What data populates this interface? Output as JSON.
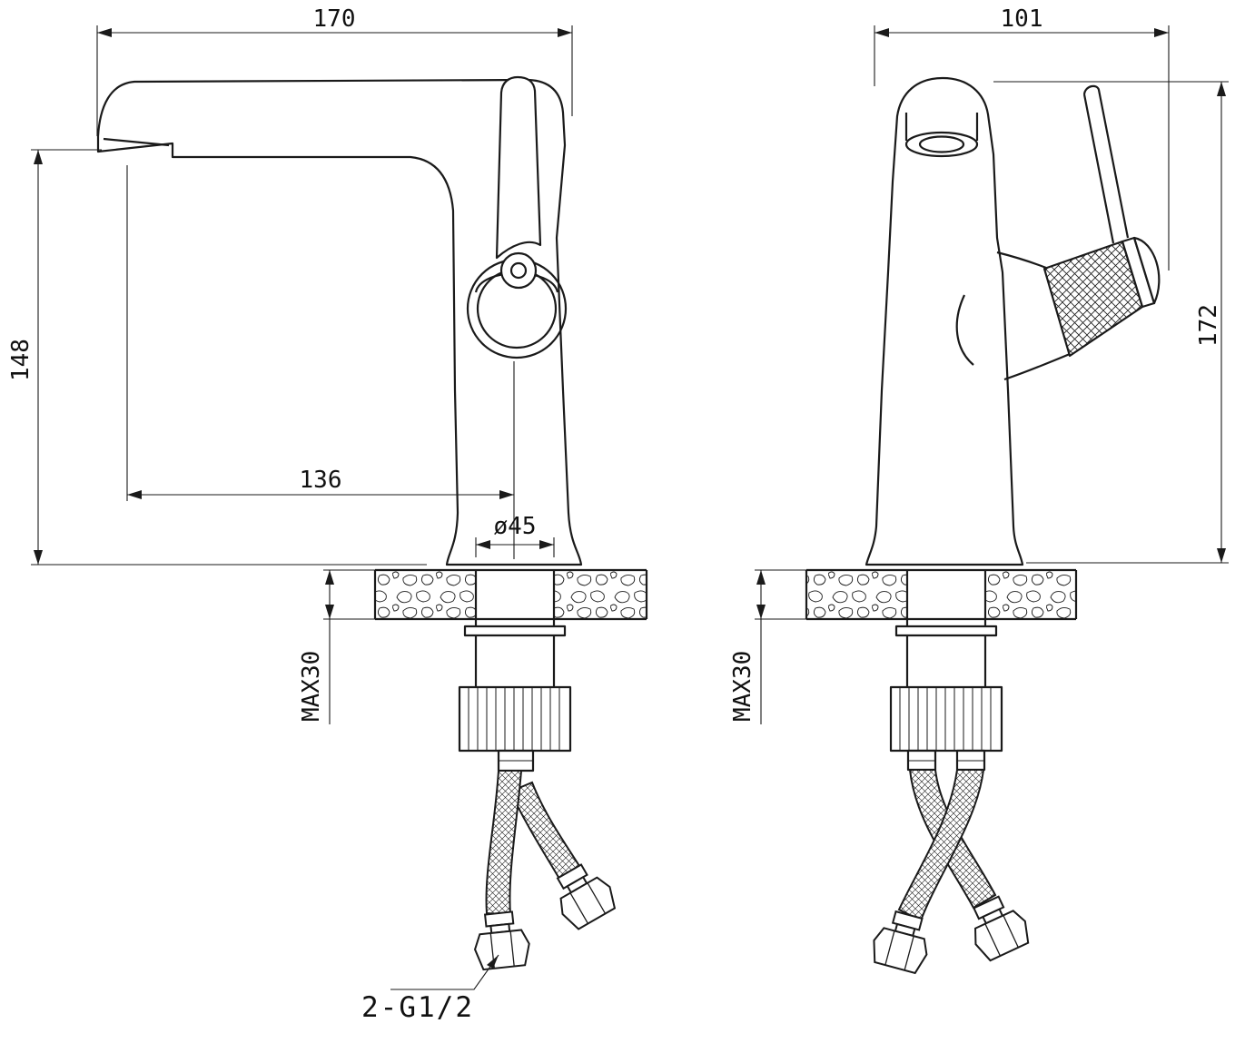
{
  "drawing": {
    "colors": {
      "line": "#1a1a1a",
      "background": "#ffffff"
    }
  },
  "labels": {
    "dim_spout_reach": "170",
    "dim_front_width": "101",
    "dim_spout_height": "148",
    "dim_spout_offset": "136",
    "dim_base_diameter": "ø45",
    "dim_counter_max_side": "MAX30",
    "dim_total_height": "172",
    "dim_counter_max_front": "MAX30",
    "inlet_thread": "2-G1/2"
  }
}
